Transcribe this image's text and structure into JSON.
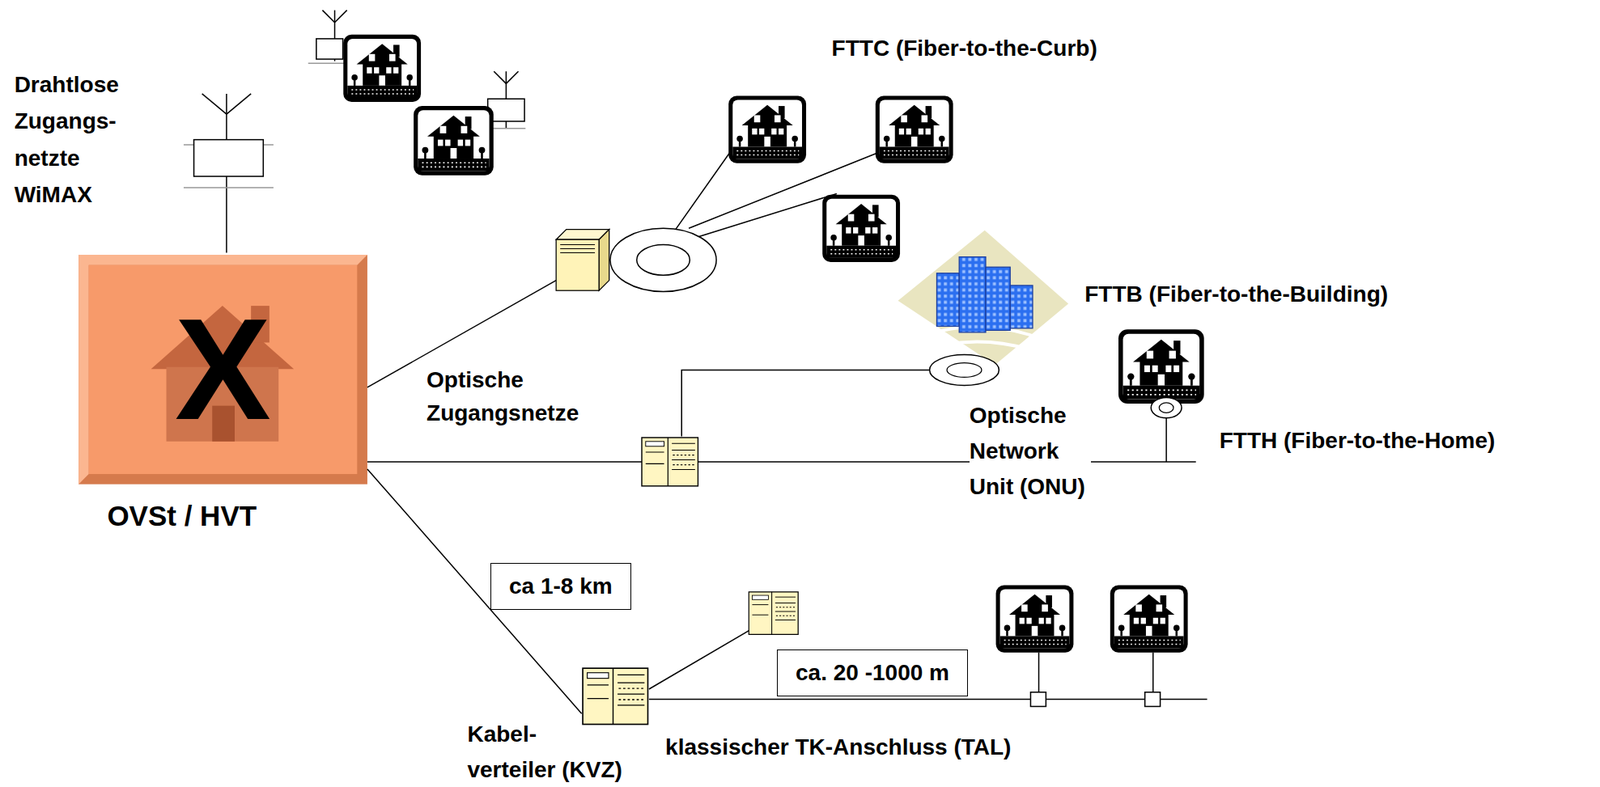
{
  "diagram": {
    "nodes": [
      {
        "text": [
          "X",
          "OVSt / HVT"
        ]
      },
      {
        "text": [
          "ca 1-8 km"
        ]
      },
      {
        "text": [
          "Kabel- verteiler (KVZ)"
        ]
      },
      {
        "text": [
          "ca. 20 -1000 m"
        ]
      }
    ],
    "edges": [
      {
        "from": 0,
        "to": 2,
        "arrow": "none"
      }
    ],
    "labels": [
      "Drahtlose Zugangs- netzte WiMAX",
      "FTTC (Fiber-to-the-Curb)",
      "FTTB (Fiber-to-the-Building)",
      "Optische Zugangsnetze",
      "Optische Network Unit (ONU)",
      "FTTH (Fiber-to-the-Home)",
      "klassischer TK-Anschluss (TAL)"
    ]
  }
}
